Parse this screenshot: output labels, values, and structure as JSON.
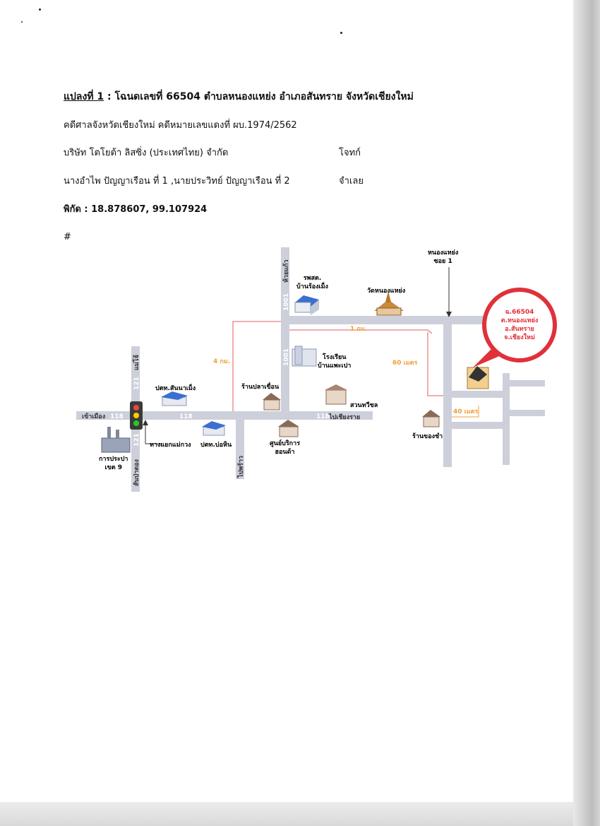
{
  "document": {
    "title_prefix": "แปลงที่ 1",
    "title_rest": " : โฉนดเลขที่ 66504 ตำบลหนองแหย่ง อำเภอสันทราย จังหวัดเชียงใหม่",
    "court_line": "คดีศาลจังหวัดเชียงใหม่ คดีหมายเลขแดงที่ ผบ.1974/2562",
    "plaintiff_name": "บริษัท โตโยต้า ลิสซิ่ง (ประเทศไทย) จำกัด",
    "plaintiff_role": "โจทก์",
    "defendant_names": "นางอำไพ  ปัญญาเรือน ที่ 1 ,นายประวิทย์  ปัญญาเรือน ที่ 2",
    "defendant_role": "จำเลย",
    "coordinates": "พิกัด : 18.878607, 99.107924",
    "hash_mark": "#"
  },
  "map": {
    "road_top": "หนองแหย่ง\nซอย 1",
    "road_left_west": "เข้าเมือง",
    "road_118_a": "118",
    "road_118_b": "118",
    "road_118_c": "118",
    "road_to_chiangrai": "ไปเชียงราย",
    "road_maejo": "แม่โจ้",
    "road_121_a": "121",
    "road_121_b": "121",
    "road_sanpatong": "สันป่าตอง",
    "road_1001_a": "1001",
    "road_1001_b": "1001",
    "road_to_prao": "ไปพร้าว",
    "road_huai": "ห้วยแก้ว",
    "label_hospital": "รพสต.\nบ้านร้องเม็ง",
    "label_temple": "วัดหนองแหย่ง",
    "label_school": "โรงเรียน\nบ้านแพะเปา",
    "label_fishshop": "ร้านปลาเขื่อน",
    "label_garden": "สวนทวีชล",
    "label_ptt_sanpa": "ปตท.สันนาเม็ง",
    "label_ptt_bohin": "ปตท.บ่อหิน",
    "label_service": "ศูนย์บริการ\nฮอนด้า",
    "label_junction": "ทางแยกแม่กวง",
    "label_pea": "การประปา\nเขต 9",
    "label_shop": "ร้านของชำ",
    "dist_1km": "1 กม.",
    "dist_4km": "4 กม.",
    "dist_60m": "60 เมตร",
    "dist_40m": "40 เมตร",
    "bubble_text": "ฉ.66504\nต.หนองแหย่ง\nอ.สันทราย\nจ.เชียงใหม่",
    "colors": {
      "road": "#cdd0db",
      "route": "#e35b5b",
      "orange": "#f0a038",
      "bubble": "#e0313b"
    }
  }
}
